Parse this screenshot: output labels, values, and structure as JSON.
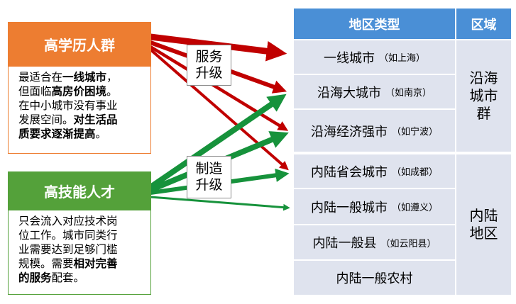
{
  "groups": {
    "high_edu": {
      "title": "高学历人群",
      "lines": [
        [
          {
            "t": "最适合在",
            "b": false
          },
          {
            "t": "一线城市",
            "b": true
          },
          {
            "t": "，",
            "b": false
          }
        ],
        [
          {
            "t": "但面临",
            "b": false
          },
          {
            "t": "高房价困境",
            "b": true
          },
          {
            "t": "。",
            "b": false
          }
        ],
        [
          {
            "t": "在中小城市没有事业",
            "b": false
          }
        ],
        [
          {
            "t": "发展空间。",
            "b": false
          },
          {
            "t": "对生活品",
            "b": true
          }
        ],
        [
          {
            "t": "质要求逐渐提高",
            "b": true
          },
          {
            "t": "。",
            "b": false
          }
        ]
      ]
    },
    "high_skill": {
      "title": "高技能人才",
      "lines": [
        [
          {
            "t": "只会流入对应技术岗",
            "b": false
          }
        ],
        [
          {
            "t": "位工作。城市同类行",
            "b": false
          }
        ],
        [
          {
            "t": "业需要达到足够门槛",
            "b": false
          }
        ],
        [
          {
            "t": "规模。需要",
            "b": false
          },
          {
            "t": "相对完善",
            "b": true
          }
        ],
        [
          {
            "t": "的服务",
            "b": true
          },
          {
            "t": "配套。",
            "b": false
          }
        ]
      ]
    }
  },
  "labels": {
    "service": [
      "服务",
      "升级"
    ],
    "manufacture": [
      "制造",
      "升级"
    ]
  },
  "table": {
    "header_type": "地区类型",
    "header_region": "区域",
    "rows": [
      {
        "name": "一线城市",
        "note": "（如上海）"
      },
      {
        "name": "沿海大城市",
        "note": "（如南京）"
      },
      {
        "name": "沿海经济强市",
        "note": "（如宁波）"
      },
      {
        "name": "内陆省会城市",
        "note": "（如成都）"
      },
      {
        "name": "内陆一般城市",
        "note": "（如遵义）"
      },
      {
        "name": "内陆一般县",
        "note": "（如云阳县）"
      },
      {
        "name": "内陆一般农村",
        "note": ""
      }
    ],
    "regions": [
      {
        "lines": [
          "沿海",
          "城市",
          "群"
        ]
      },
      {
        "lines": [
          "内陆",
          "地区"
        ]
      }
    ]
  },
  "colors": {
    "orange": "#ed7d31",
    "green": "#54a13a",
    "red_arrow": "#c00000",
    "green_arrow": "#16923b",
    "header_blue": "#4a8fd6",
    "cell_bg": "#dfe3ee"
  }
}
